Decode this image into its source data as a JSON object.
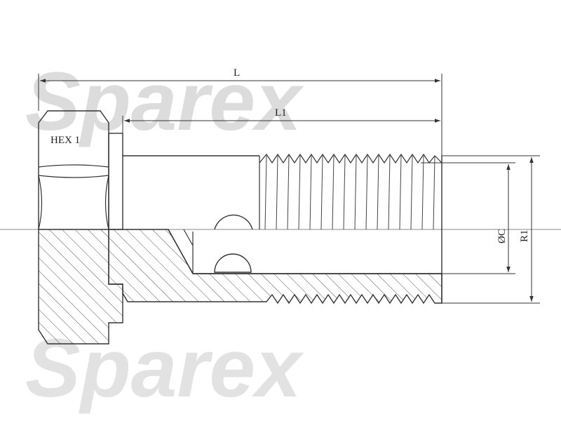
{
  "watermark": {
    "text": "Sparex"
  },
  "labels": {
    "hex": "HEX 1",
    "length_total": "L",
    "length_thread": "L1",
    "diameter_bore": "ØC",
    "thread_size": "R1"
  },
  "colors": {
    "line": "#3a3a3a",
    "watermark": "#d9d9d9"
  }
}
